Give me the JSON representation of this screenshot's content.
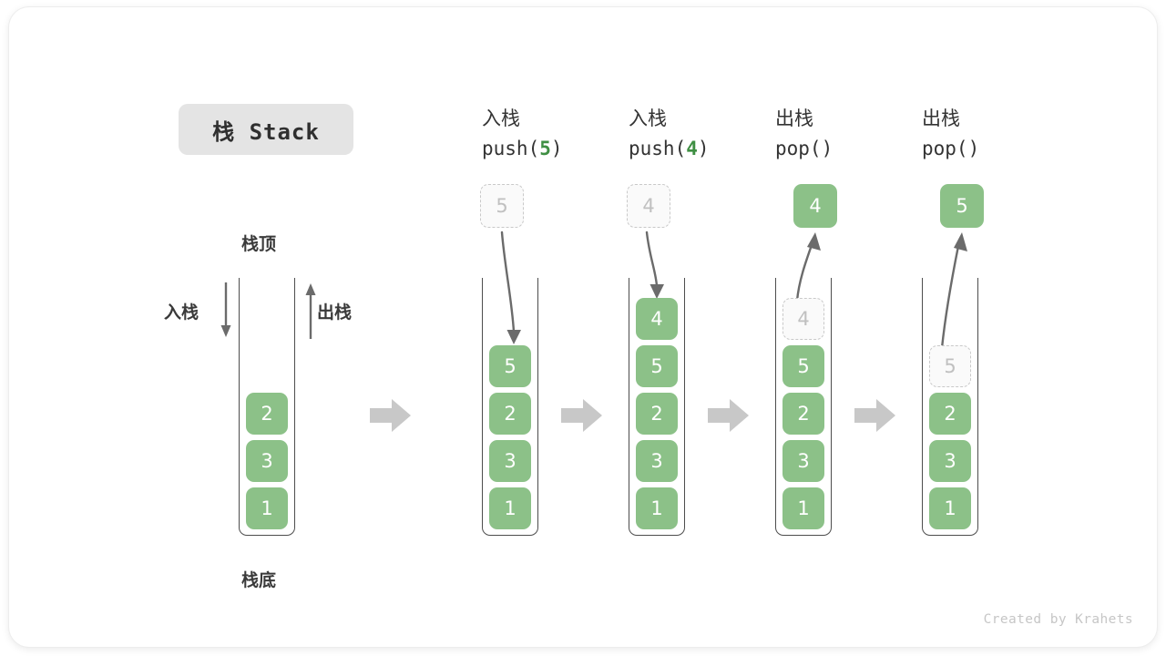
{
  "title_badge": {
    "label": "栈 Stack"
  },
  "labels": {
    "stack_top": "栈顶",
    "stack_bottom": "栈底",
    "push_side": "入栈",
    "pop_side": "出栈"
  },
  "credit": "Created by Krahets",
  "colors": {
    "element_green": "#8cc188",
    "ghost_gray": "#c0c0c0",
    "arrow_gray": "#6b6b6b",
    "badge_bg": "#e4e4e4",
    "code_arg_green": "#3f8f43"
  },
  "columns": [
    {
      "id": "initial",
      "header_cn": "",
      "header_code_prefix": "",
      "header_code_arg": "",
      "header_code_suffix": "",
      "stack": [
        "2",
        "3",
        "1"
      ],
      "ghost_in_stack": null,
      "floating": null,
      "floating_kind": null
    },
    {
      "id": "push-5",
      "header_cn": "入栈",
      "header_code_prefix": "push(",
      "header_code_arg": "5",
      "header_code_suffix": ")",
      "stack": [
        "5",
        "2",
        "3",
        "1"
      ],
      "ghost_in_stack": null,
      "floating": "5",
      "floating_kind": "ghost"
    },
    {
      "id": "push-4",
      "header_cn": "入栈",
      "header_code_prefix": "push(",
      "header_code_arg": "4",
      "header_code_suffix": ")",
      "stack": [
        "4",
        "5",
        "2",
        "3",
        "1"
      ],
      "ghost_in_stack": null,
      "floating": "4",
      "floating_kind": "ghost"
    },
    {
      "id": "pop-4",
      "header_cn": "出栈",
      "header_code_prefix": "pop(",
      "header_code_arg": "",
      "header_code_suffix": ")",
      "stack": [
        "5",
        "2",
        "3",
        "1"
      ],
      "ghost_in_stack": "4",
      "floating": "4",
      "floating_kind": "filled"
    },
    {
      "id": "pop-5",
      "header_cn": "出栈",
      "header_code_prefix": "pop(",
      "header_code_arg": "",
      "header_code_suffix": ")",
      "stack": [
        "2",
        "3",
        "1"
      ],
      "ghost_in_stack": "5",
      "floating": "5",
      "floating_kind": "filled"
    }
  ],
  "separators": [
    {
      "id": "sep-1"
    },
    {
      "id": "sep-2"
    },
    {
      "id": "sep-3"
    },
    {
      "id": "sep-4"
    }
  ],
  "chart_data": {
    "type": "table",
    "title": "栈 Stack",
    "operations": [
      {
        "step": 1,
        "op": "initial",
        "label": "",
        "stack_bottom_to_top": [
          "1",
          "3",
          "2"
        ]
      },
      {
        "step": 2,
        "op": "push(5)",
        "label": "入栈",
        "stack_bottom_to_top": [
          "1",
          "3",
          "2",
          "5"
        ]
      },
      {
        "step": 3,
        "op": "push(4)",
        "label": "入栈",
        "stack_bottom_to_top": [
          "1",
          "3",
          "2",
          "5",
          "4"
        ]
      },
      {
        "step": 4,
        "op": "pop()",
        "label": "出栈",
        "stack_bottom_to_top": [
          "1",
          "3",
          "2",
          "5"
        ],
        "removed": "4"
      },
      {
        "step": 5,
        "op": "pop()",
        "label": "出栈",
        "stack_bottom_to_top": [
          "1",
          "3",
          "2"
        ],
        "removed": "5"
      }
    ]
  }
}
